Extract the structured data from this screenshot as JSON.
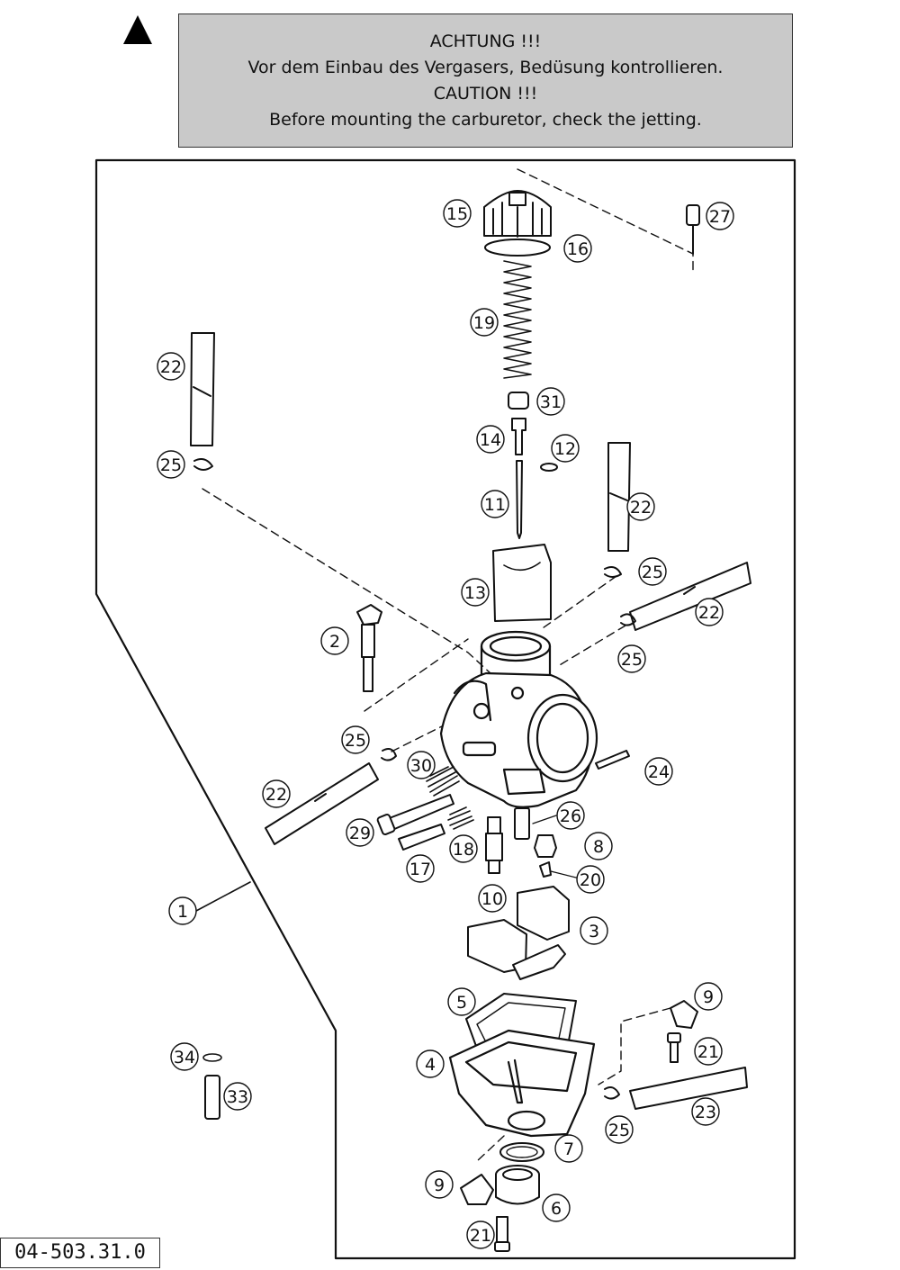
{
  "caution": {
    "line1": "ACHTUNG !!!",
    "line2": "Vor dem Einbau des Vergasers, Bedüsung kontrollieren.",
    "line3": "CAUTION !!!",
    "line4": "Before mounting the carburetor, check the jetting."
  },
  "drawing_code": "04-503.31.0",
  "warning_icon": "warning-triangle-icon",
  "callouts": {
    "c1": "1",
    "c2": "2",
    "c3": "3",
    "c4": "4",
    "c5": "5",
    "c6": "6",
    "c7": "7",
    "c8": "8",
    "c9": "9",
    "c10": "10",
    "c11": "11",
    "c12": "12",
    "c13": "13",
    "c14": "14",
    "c15": "15",
    "c16": "16",
    "c17": "17",
    "c18": "18",
    "c19": "19",
    "c20": "20",
    "c21": "21",
    "c22": "22",
    "c23": "23",
    "c24": "24",
    "c25": "25",
    "c26": "26",
    "c27": "27",
    "c29": "29",
    "c30": "30",
    "c31": "31",
    "c33": "33",
    "c34": "34"
  }
}
